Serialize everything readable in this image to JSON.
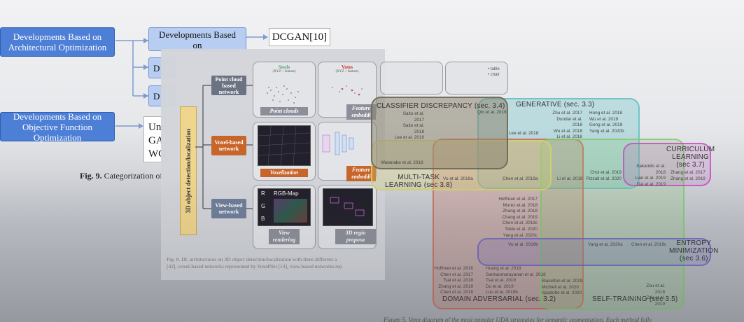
{
  "gan": {
    "arch_opt": "Developments Based on\nArchitectural Optimization",
    "convolutional": "Developments Based on\nConvolutional",
    "dcgan": "DCGAN[10]",
    "hidden_d1": "D",
    "hidden_d2": "D",
    "objective_opt": "Developments Based on\nObjective Function Optimization",
    "stack_lines": [
      "Unr",
      "GA",
      "WG"
    ],
    "caption_prefix": "Fig. 9.",
    "caption_text": "Categorization of"
  },
  "det": {
    "vertical_label": "3D object detection/localization",
    "nodes": [
      {
        "label": "Point cloud\nbased\nnetwork",
        "color": "#6b7282"
      },
      {
        "label": "Voxel-based\nnetwork",
        "color": "#c8652a"
      },
      {
        "label": "View-based\nnetwork",
        "color": "#6f7f98"
      }
    ],
    "top_titles": {
      "seeds": "Seeds",
      "votes": "Votes"
    },
    "top_sub": {
      "seeds": "(XYZ + feature)",
      "votes": "(XYZ + feature)"
    },
    "labels": {
      "point_clouds": "Point clouds",
      "feature_embed_1": "Feature\nembeddi",
      "voxelization": "Voxelization",
      "feature_embed_2": "Feature\nembeddi",
      "view_rendering": "View\nrendering",
      "region_proposal": "3D regio\nproposa"
    },
    "rgb_map": "RGB-Map",
    "rgb_letters": [
      "R",
      "G",
      "B"
    ],
    "table_chair": [
      "• table",
      "• chair"
    ],
    "caption_line1": "Fig. 8.  DL architectures on 3D object detection/localization with three different a",
    "caption_line2": "[42], voxel-based networks represented by VoxelNet [13], view-based networks rep"
  },
  "venn": {
    "titles": {
      "classifier": "CLASSIFIER DISCREPANCY (sec. 3.4)",
      "generative": "GENERATIVE (sec. 3.3)",
      "curriculum": "CURRICULUM\nLEARNING\n(sec 3.7)",
      "multitask": "MULTI-TASK\nLEARNING (sec 3.8)",
      "entropy": "ENTROPY\nMINIMIZATION\n(sec 3.6)",
      "adversarial": "DOMAIN ADVERSARIAL (sec. 3.2)",
      "selftraining": "SELF-TRAINING (sec 3.5)"
    },
    "colors": {
      "classifier": "#8d8570",
      "generative": "#5fc1c8",
      "curriculum": "#c44fc4",
      "multitask": "#d6d26a",
      "entropy": "#6a62c2",
      "adversarial": "#c96b58",
      "selftraining": "#7fca6a"
    },
    "groups": {
      "classifier_list": "Saito et al. 2017\nSaito et al. 2018\nLee et al. 2019",
      "qin": "Qin et al. 2019",
      "gen_list_a": "Zhu et al. 2017\nDundar et al. 2018\nWu et al. 2018\nLi et al. 2018",
      "gen_list_b": "Hong et al. 2018\nWu et al. 2019\nGong et al. 2019\nYang et al. 2020b",
      "lee2018": "Lee et al. 2018",
      "watanabe": "Watanabe et al. 2018",
      "curr_list_a": "Sakaridis et al. 2018\nLian et al. 2019\nDai et al. 2019",
      "curr_list_b": "Zhang et al. 2017\nZhang et al. 2019",
      "vu_a": "Vu et al. 2019a",
      "chen_a": "Chen et al. 2019a",
      "li2019": "Li et al. 2019",
      "choi_pizzati": "Choi et al. 2019\nPizzati et al. 2020",
      "adv_mid": "Hoffman et al. 2017\nMurez et al. 2018\nZhang et al. 2018\nChang et al. 2019\nChen et al. 2019c\nToldo et al. 2020\nYang et al. 2020c",
      "vu_b": "Vu et al. 2019b",
      "yang_2020a": "Yang et al. 2020a",
      "chen_2019c": "Chen et al. 2019c",
      "adv_left": "Hoffman et al. 2016\nChen et al. 2017\nTsai et al. 2018\nZhang et al. 2019\nChen et al. 2018",
      "adv_right": "Huang et al. 2018\nSankaranarayanan et al. 2018\nTsai et al. 2019\nDu et al. 2019\nLuo et al. 2019b",
      "self_mid": "Biasetton et al. 2019\nMichieli et al. 2020\nSpadotto et al. 2020",
      "self_right": "Zou et al. 2018\nZou et al. 2019"
    },
    "caption": "Figure 5. Venn diagram of the most popular UDA strategies for semantic segmentation. Each method fully"
  }
}
